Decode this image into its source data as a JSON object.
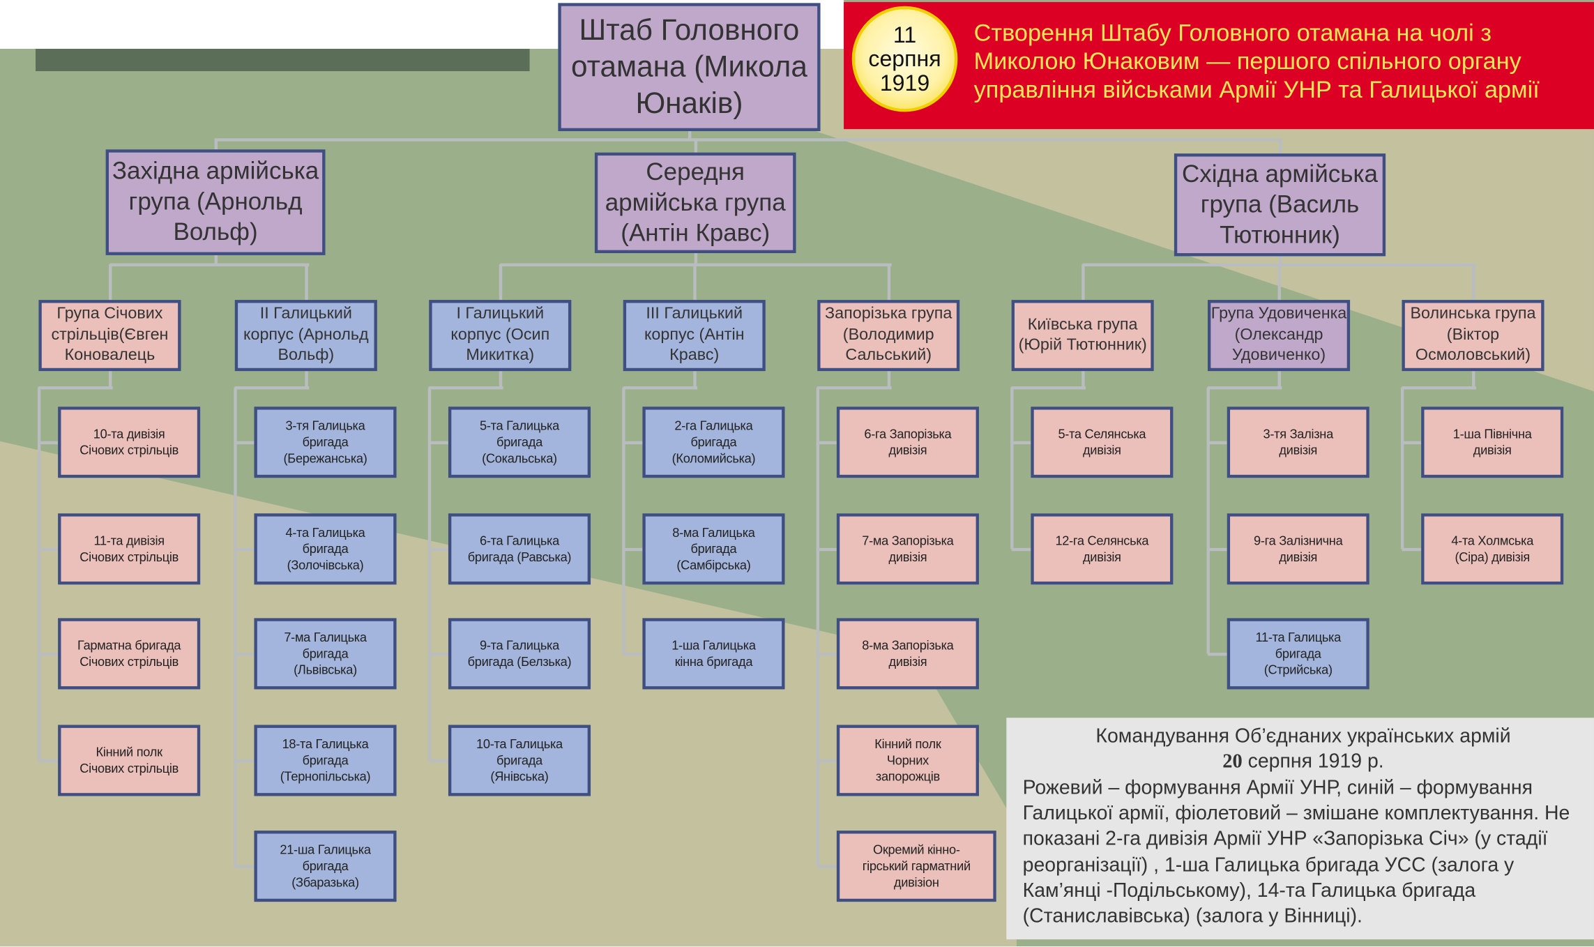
{
  "colors": {
    "pink": "#ebc0ba",
    "blue": "#a3b5dc",
    "purple": "#c0a8cb",
    "border": "#3f4f82",
    "banner": "#dc0025",
    "banner_text": "#ffe55a"
  },
  "hq": {
    "label": "Штаб Головного\nотамана (Микола\nЮнаків)",
    "kind": "purple"
  },
  "banner": {
    "date_day": "11",
    "date_month": "серпня",
    "date_year": "1919",
    "text": "Створення Штабу Головного отамана на чолі з\nМиколою Юнаковим — першого спільного органу\nуправління військами Армії УНР та Галицької армії"
  },
  "army_groups": [
    {
      "label": "Західна армійська\nгрупа (Арнольд\nВольф)",
      "kind": "purple"
    },
    {
      "label": "Середня\nармійська група\n(Антін Кравс)",
      "kind": "purple"
    },
    {
      "label": "Східна армійська\nгрупа (Василь\nТютюнник)",
      "kind": "purple"
    }
  ],
  "corps": [
    {
      "label": "Група Січових\nстрільців(Євген\nКоновалець",
      "kind": "pink",
      "units": [
        {
          "label": "10-та дивізія\nСічових стрільців",
          "kind": "pink"
        },
        {
          "label": "11-та дивізія\nСічових стрільців",
          "kind": "pink"
        },
        {
          "label": "Гарматна бригада\nСічових стрільців",
          "kind": "pink"
        },
        {
          "label": "Кінний полк\nСічових стрільців",
          "kind": "pink"
        }
      ]
    },
    {
      "label": "ІІ Галицький\nкорпус (Арнольд\nВольф)",
      "kind": "blue",
      "units": [
        {
          "label": "3-тя Галицька\nбригада\n(Бережанська)",
          "kind": "blue"
        },
        {
          "label": "4-та Галицька\nбригада\n(Золочівська)",
          "kind": "blue"
        },
        {
          "label": "7-ма Галицька\nбригада\n(Львівська)",
          "kind": "blue"
        },
        {
          "label": "18-та Галицька\nбригада\n(Тернопільська)",
          "kind": "blue"
        },
        {
          "label": "21-ша Галицька\nбригада\n(Збаразька)",
          "kind": "blue"
        }
      ]
    },
    {
      "label": "І Галицький\nкорпус (Осип\nМикитка)",
      "kind": "blue",
      "units": [
        {
          "label": "5-та Галицька\nбригада\n(Сокальська)",
          "kind": "blue"
        },
        {
          "label": "6-та Галицька\nбригада (Равська)",
          "kind": "blue"
        },
        {
          "label": "9-та Галицька\nбригада (Белзька)",
          "kind": "blue"
        },
        {
          "label": "10-та Галицька\nбригада\n(Янівська)",
          "kind": "blue"
        }
      ]
    },
    {
      "label": "ІІІ Галицький\nкорпус (Антін\nКравс)",
      "kind": "blue",
      "units": [
        {
          "label": "2-га Галицька\nбригада\n(Коломийська)",
          "kind": "blue"
        },
        {
          "label": "8-ма Галицька\nбригада\n(Самбірська)",
          "kind": "blue"
        },
        {
          "label": "1-ша Галицька\nкінна бригада",
          "kind": "blue"
        }
      ]
    },
    {
      "label": "Запорізька група\n(Володимир\nСальський)",
      "kind": "pink",
      "units": [
        {
          "label": "6-га Запорізька\nдивізія",
          "kind": "pink"
        },
        {
          "label": "7-ма Запорізька\nдивізія",
          "kind": "pink"
        },
        {
          "label": "8-ма Запорізька\nдивізія",
          "kind": "pink"
        },
        {
          "label": "Кінний полк\nЧорних\nзапорожців",
          "kind": "pink"
        },
        {
          "label": "Окремий кінно-\nгірський гарматний\nдивізіон",
          "kind": "pink"
        }
      ]
    },
    {
      "label": "Київська група\n(Юрій Тютюнник)",
      "kind": "pink",
      "units": [
        {
          "label": "5-та Селянська\nдивізія",
          "kind": "pink"
        },
        {
          "label": "12-га Селянська\nдивізія",
          "kind": "pink"
        }
      ]
    },
    {
      "label": "Група Удовиченка\n(Олександр\nУдовиченко)",
      "kind": "purple",
      "units": [
        {
          "label": "3-тя Залізна\nдивізія",
          "kind": "pink"
        },
        {
          "label": "9-га Залізнична\nдивізія",
          "kind": "pink"
        },
        {
          "label": "11-та Галицька\nбригада\n(Стрийська)",
          "kind": "blue"
        }
      ]
    },
    {
      "label": "Волинська група\n(Віктор\nОсмоловський)",
      "kind": "pink",
      "units": [
        {
          "label": "1-ша Північна\nдивізія",
          "kind": "pink"
        },
        {
          "label": "4-та Холмська\n(Сіра) дивізія",
          "kind": "pink"
        }
      ]
    }
  ],
  "legend": {
    "title": "Командування  Об’єднаних  українських  армій",
    "date_bold": "20",
    "date_rest": " серпня 1919 р.",
    "body": "Рожевий – формування Армії УНР, синій  – формування Галицької армії, фіолетовий – змішане комплектування. Не показані 2-га дивізія Армії УНР  «Запорізька Січ» (у стадії реорганізації) , 1-ша Галицька бригада УСС (залога у Кам’янці -Подільському), 14-та Галицька бригада (Станиславівська) (залога у Вінниці)."
  }
}
